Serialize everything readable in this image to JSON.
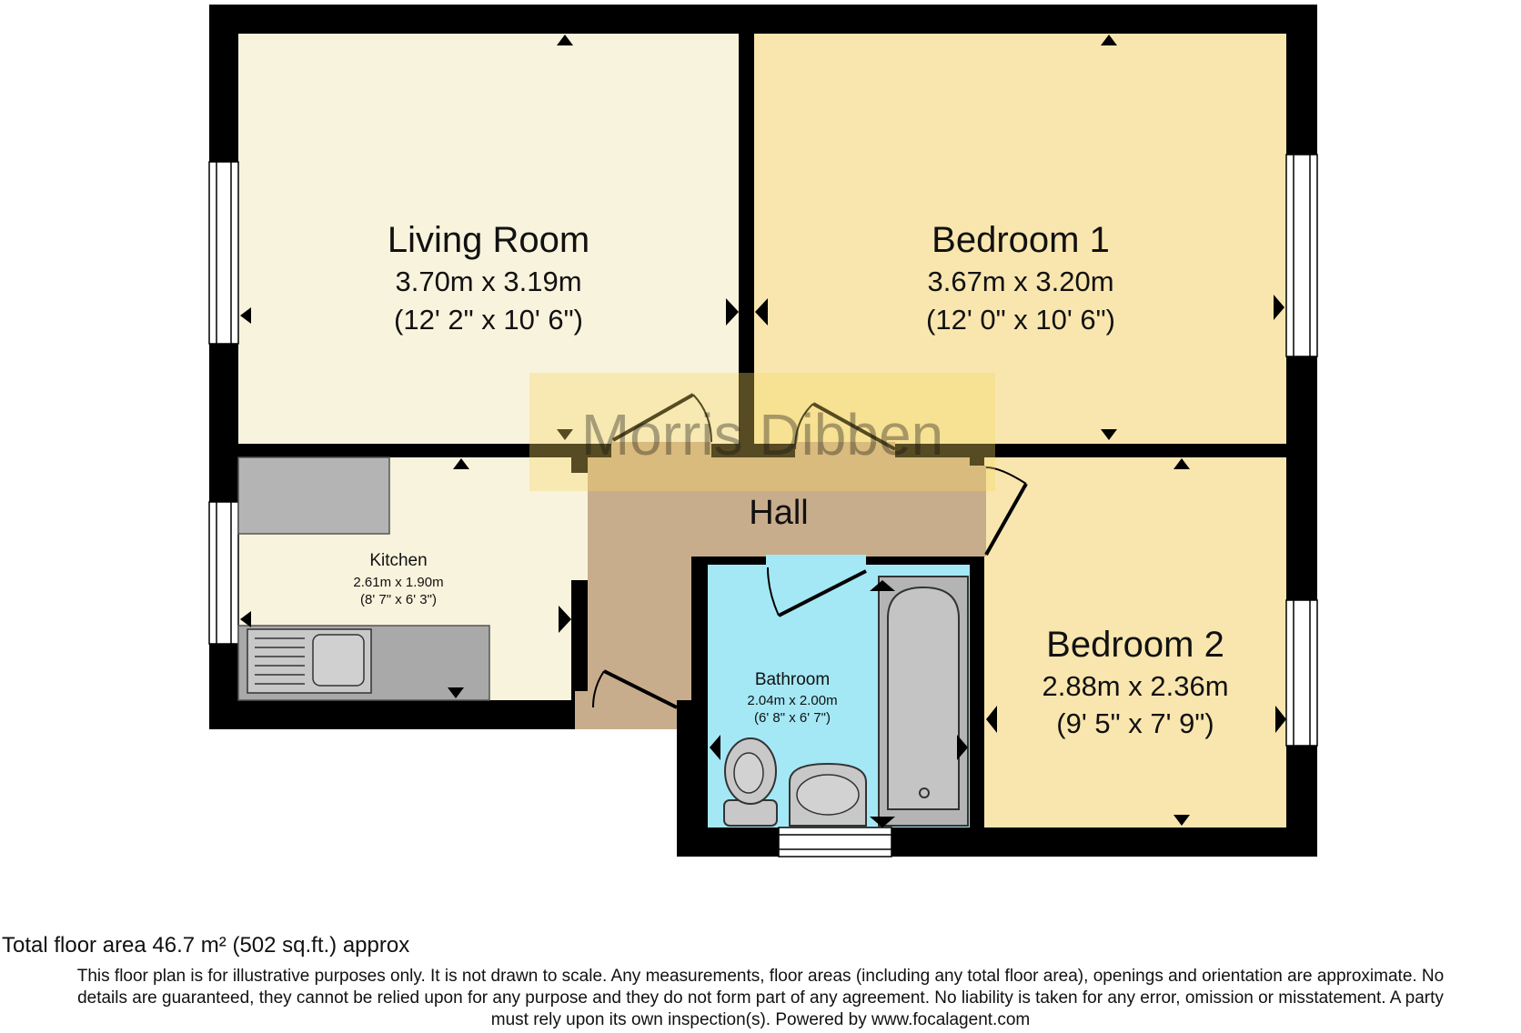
{
  "rooms": {
    "living_room": {
      "name": "Living Room",
      "metric": "3.70m x 3.19m",
      "imperial": "(12' 2\" x 10' 6\")"
    },
    "bedroom_1": {
      "name": "Bedroom 1",
      "metric": "3.67m x 3.20m",
      "imperial": "(12' 0\" x 10' 6\")"
    },
    "hall": {
      "name": "Hall"
    },
    "kitchen": {
      "name": "Kitchen",
      "metric": "2.61m x 1.90m",
      "imperial": "(8' 7\" x 6' 3\")"
    },
    "bathroom": {
      "name": "Bathroom",
      "metric": "2.04m x 2.00m",
      "imperial": "(6' 8\" x 6' 7\")"
    },
    "bedroom_2": {
      "name": "Bedroom 2",
      "metric": "2.88m x 2.36m",
      "imperial": "(9' 5\" x 7' 9\")"
    }
  },
  "watermark": "Morris Dibben",
  "footer": {
    "total_area": "Total floor area 46.7 m² (502 sq.ft.) approx",
    "disclaimer_line1": "This floor plan is for illustrative purposes only. It is not drawn to scale. Any measurements, floor areas (including any total floor area), openings and orientation are approximate. No",
    "disclaimer_line2": "details are guaranteed, they cannot be relied upon for any purpose and they do not form part of any agreement. No liability is taken for any error, omission or misstatement. A party",
    "disclaimer_line3": "must rely upon its own inspection(s). Powered by www.focalagent.com"
  },
  "colors": {
    "living_room": "#f8f3dc",
    "bedroom": "#f8e6ae",
    "hall": "#c8ad8c",
    "kitchen": "#f8f3dc",
    "bathroom": "#a5e8f5",
    "wall": "#000000",
    "fixture": "#b4b4b4"
  }
}
